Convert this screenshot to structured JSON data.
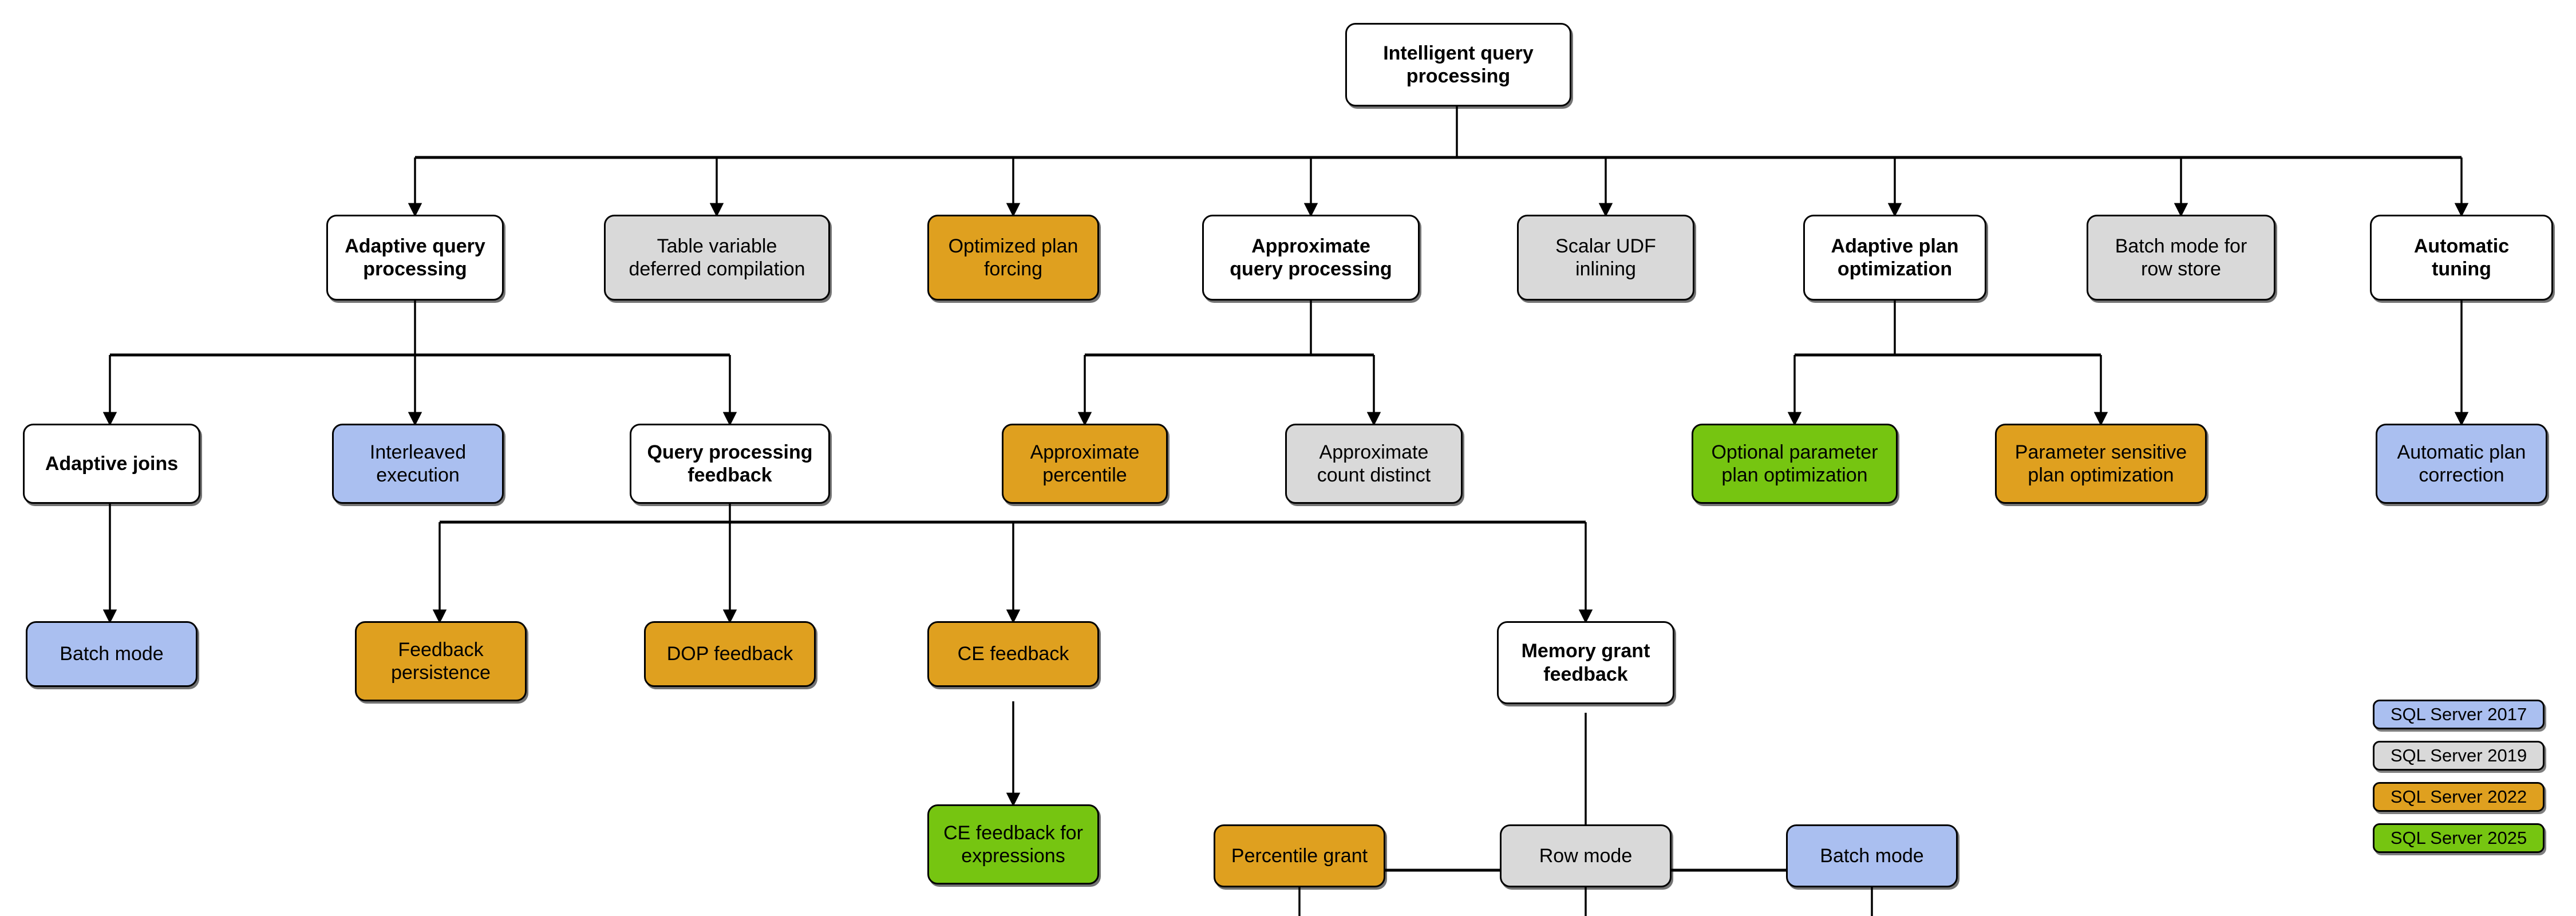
{
  "diagram": {
    "title": "Intelligent query processing",
    "palette": {
      "sql_server_2017": "#aabff0",
      "sql_server_2019": "#d9d9d9",
      "sql_server_2022": "#dfa01f",
      "sql_server_2025": "#76c511",
      "neutral": "#ffffff",
      "stroke": "#000000"
    },
    "nodes": {
      "root": "Intelligent query processing",
      "adaptive_query_processing": "Adaptive query\nprocessing",
      "table_variable_deferred_compilation": "Table variable\ndeferred compilation",
      "optimized_plan_forcing": "Optimized plan\nforcing",
      "approximate_query_processing": "Approximate\nquery processing",
      "scalar_udf_inlining": "Scalar UDF\ninlining",
      "adaptive_plan_optimization": "Adaptive plan\noptimization",
      "batch_mode_for_row_store": "Batch mode for\nrow store",
      "automatic_tuning": "Automatic\ntuning",
      "adaptive_joins": "Adaptive joins",
      "interleaved_execution": "Interleaved\nexecution",
      "query_processing_feedback": "Query processing\nfeedback",
      "approximate_percentile": "Approximate\npercentile",
      "approximate_count_distinct": "Approximate\ncount distinct",
      "optional_parameter_plan_optimization": "Optional parameter\nplan optimization",
      "parameter_sensitive_plan_optimization": "Parameter sensitive\nplan optimization",
      "automatic_plan_correction": "Automatic plan\ncorrection",
      "batch_mode_adaptive_joins": "Batch mode",
      "feedback_persistence": "Feedback\npersistence",
      "dop_feedback": "DOP feedback",
      "ce_feedback": "CE feedback",
      "memory_grant_feedback": "Memory grant\nfeedback",
      "ce_feedback_for_expressions": "CE feedback for\nexpressions",
      "percentile_grant": "Percentile grant",
      "row_mode": "Row mode",
      "batch_mode_memory_grant": "Batch mode"
    },
    "legend": [
      {
        "label": "SQL Server 2017",
        "color": "blue"
      },
      {
        "label": "SQL Server 2019",
        "color": "gray"
      },
      {
        "label": "SQL Server 2022",
        "color": "amber"
      },
      {
        "label": "SQL Server 2025",
        "color": "green"
      }
    ]
  }
}
